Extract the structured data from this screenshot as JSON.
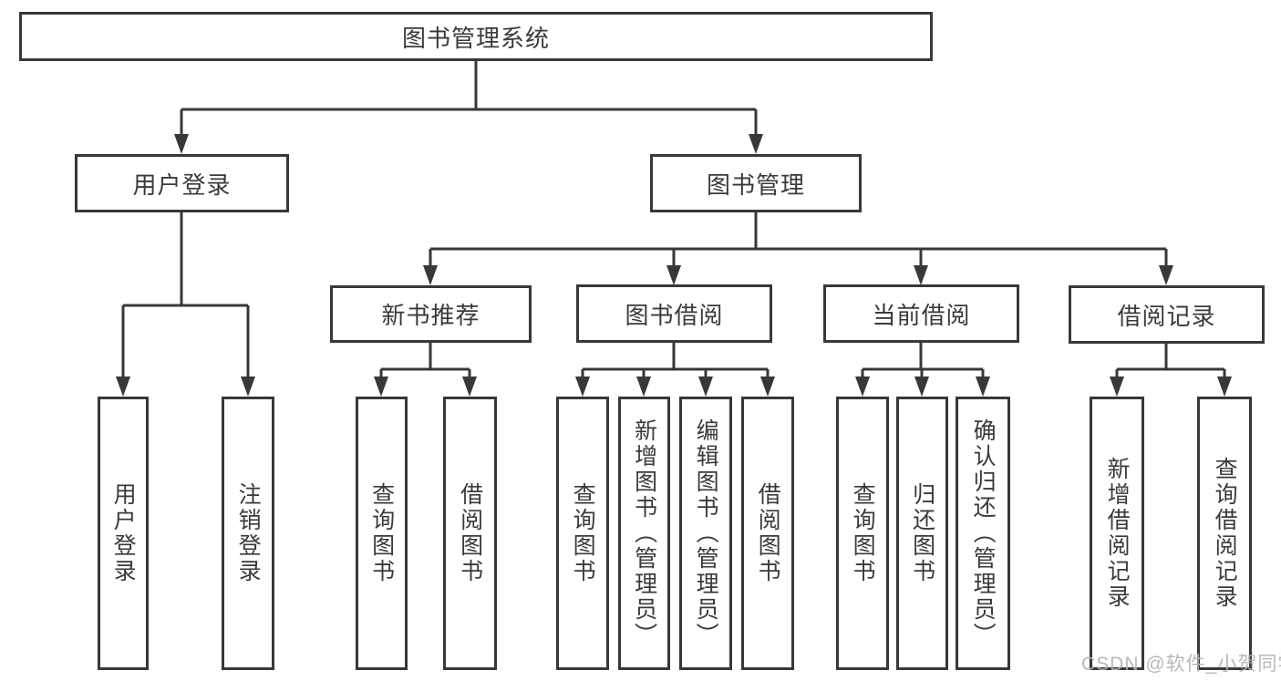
{
  "diagram": {
    "root": {
      "label": "图书管理系统"
    },
    "branches": [
      {
        "label": "用户登录",
        "children": [
          {
            "label": "用户登录"
          },
          {
            "label": "注销登录"
          }
        ]
      },
      {
        "label": "图书管理",
        "children": [
          {
            "label": "新书推荐",
            "children": [
              {
                "label": "查询图书"
              },
              {
                "label": "借阅图书"
              }
            ]
          },
          {
            "label": "图书借阅",
            "children": [
              {
                "label": "查询图书"
              },
              {
                "label": "新增图书（管理员）"
              },
              {
                "label": "编辑图书（管理员）"
              },
              {
                "label": "借阅图书"
              }
            ]
          },
          {
            "label": "当前借阅",
            "children": [
              {
                "label": "查询图书"
              },
              {
                "label": "归还图书"
              },
              {
                "label": "确认归还（管理员）"
              }
            ]
          },
          {
            "label": "借阅记录",
            "children": [
              {
                "label": "新增借阅记录"
              },
              {
                "label": "查询借阅记录"
              }
            ]
          }
        ]
      }
    ]
  },
  "watermark": {
    "text": "CSDN @软件_小贺同学"
  },
  "colors": {
    "line": "#383838",
    "text": "#3a3a3a",
    "background": "#ffffff",
    "watermark": "#b3b3b3"
  }
}
